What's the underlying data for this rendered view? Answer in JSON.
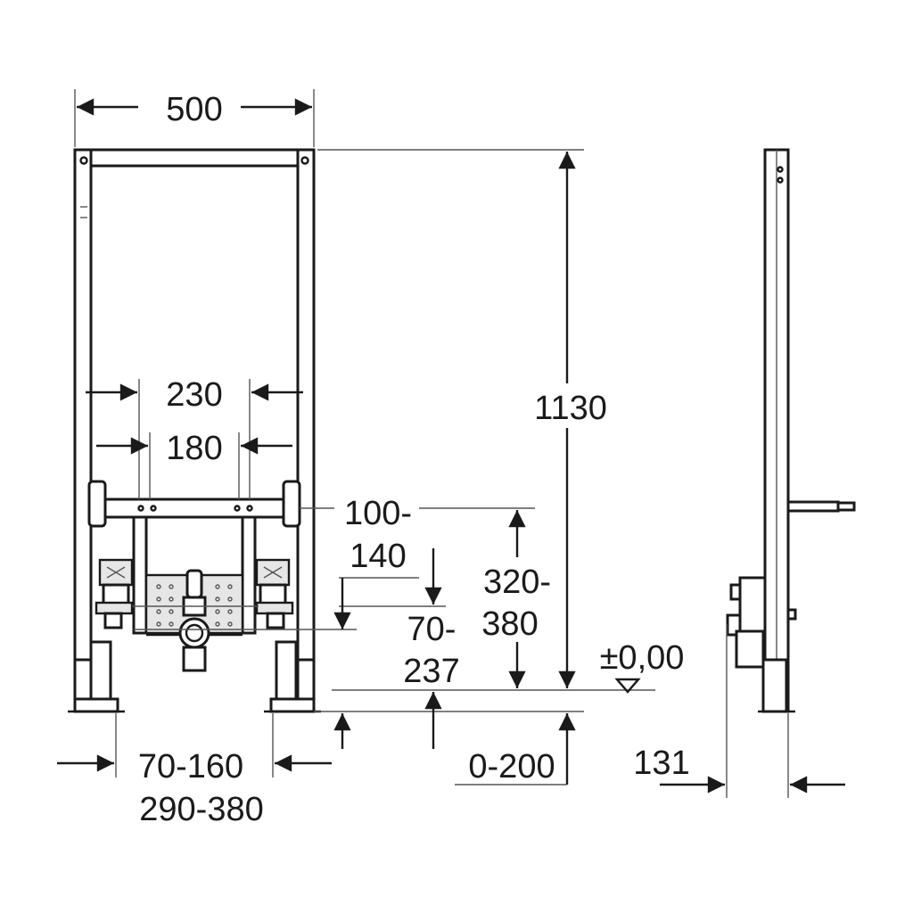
{
  "dimensions": {
    "frame_width": "500",
    "inner_outer": "230",
    "inner_inner": "180",
    "height": "1130",
    "bracket_line1": "100-",
    "bracket_line2": "140",
    "supply_line1": "320-",
    "supply_line2": "380",
    "drain_line1": "70-",
    "drain_line2": "237",
    "level": "±0,00",
    "floor_adjust": "0-200",
    "foot_line1": "70-160",
    "foot_line2": "290-380",
    "depth": "131"
  }
}
